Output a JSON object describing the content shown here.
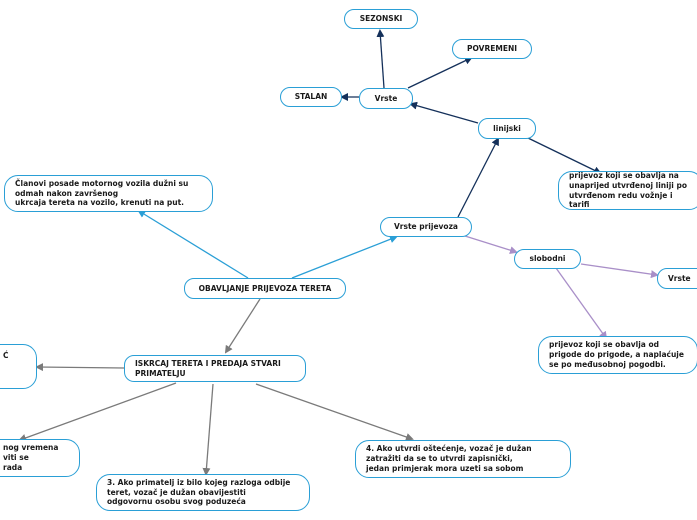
{
  "colors": {
    "blue": "#2a9fd6",
    "navy": "#14305a",
    "purple": "#a98fc8",
    "gray": "#7a7a7a"
  },
  "nodes": {
    "root": "OBAVLJANJE PRIJEVOZA TERETA",
    "clanovi_posade": "Članovi posade motornog vozila dužni su\nodmah nakon završenog\nukrcaja tereta na vozilo, krenuti na put.",
    "vrste_prijevoza": "Vrste prijevoza",
    "linijski": "linijski",
    "linijski_desc": "prijevoz koji se obavlja na\nunaprijed utvrđenoj liniji po\nutvrđenom redu vožnje i tarifi",
    "vrste": "Vrste",
    "sezonski": "SEZONSKI",
    "povremeni": "POVREMENI",
    "stalan": "STALAN",
    "slobodni": "slobodni",
    "slobodni_vrste": "Vrste",
    "slobodni_desc": "prijevoz koji se obavlja od\nprigode do prigode, a naplaćuje\nse po međusobnoj pogodbi.",
    "iskrcaj": "ISKRCAJ TERETA I PREDAJA STVARI\nPRIMATELJU",
    "cut_left_top": "Ć",
    "cut_left_bottom": "nog vremena\nviti se\nrada",
    "item3": "3. Ako primatelj iz bilo kojeg razloga odbije\nteret, vozač je dužan obavijestiti\nodgovornu osobu svog poduzeća",
    "item4": "4. Ako utvrdi oštećenje, vozač je dužan\nzatražiti da se to utvrdi zapisnički,\njedan primjerak mora uzeti sa sobom"
  }
}
